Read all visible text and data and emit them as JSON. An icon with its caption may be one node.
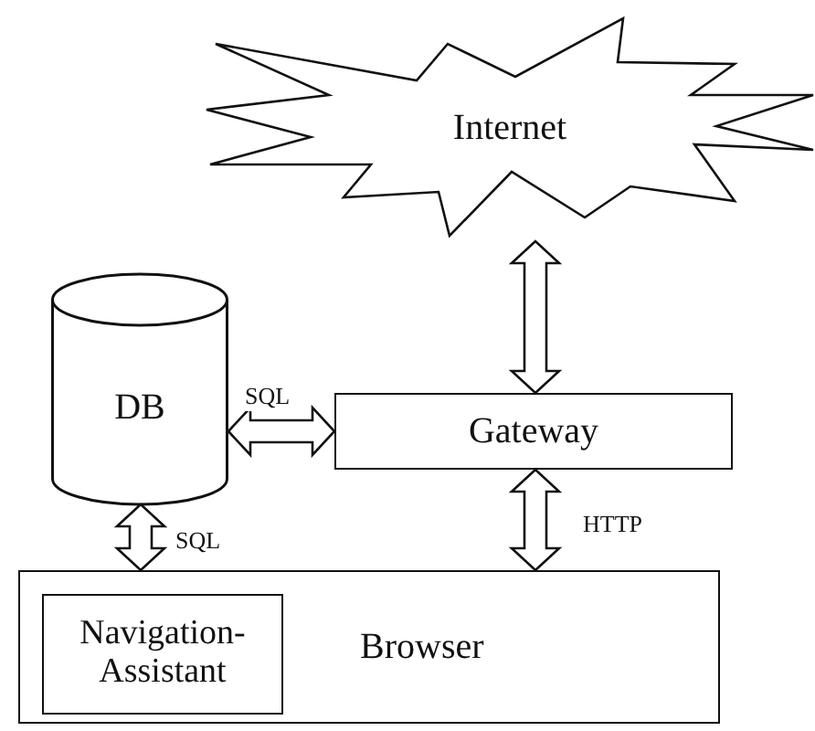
{
  "diagram": {
    "nodes": [
      {
        "text": [
          "Internet"
        ]
      },
      {
        "text": [
          "DB"
        ]
      },
      {
        "text": [
          "Gateway"
        ]
      },
      {
        "text": [
          "Browser"
        ]
      },
      {
        "text": [
          "Navigation-Assistant"
        ],
        "in": 3
      }
    ],
    "edges": [
      {
        "from": 0,
        "to": 2,
        "arrow": "both"
      },
      {
        "from": 1,
        "to": 2,
        "arrow": "both",
        "label": "SQL"
      },
      {
        "from": 1,
        "to": 3,
        "arrow": "both",
        "label": "SQL"
      },
      {
        "from": 2,
        "to": 3,
        "arrow": "both",
        "label": "HTTP"
      }
    ]
  }
}
